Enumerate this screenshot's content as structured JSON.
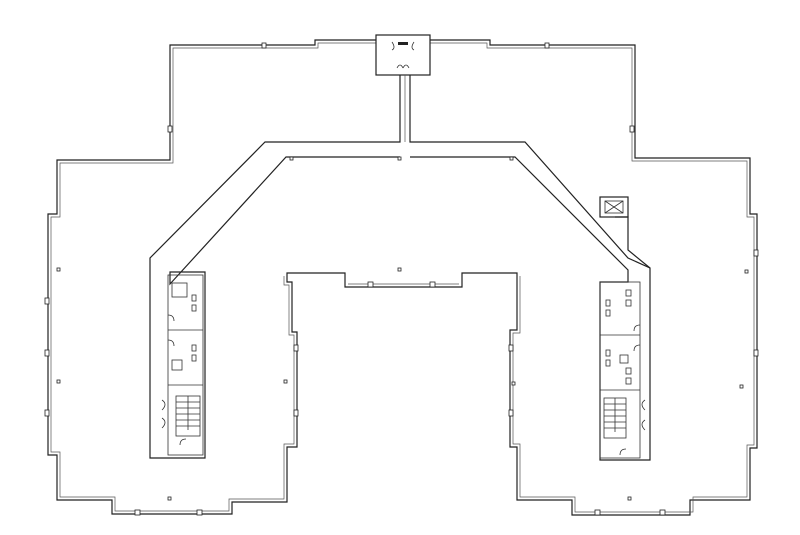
{
  "plan": {
    "line_color": "#222222",
    "background": "#ffffff",
    "elements": [
      "exterior-wall",
      "corridor",
      "left-core",
      "right-core",
      "entrance-vestibule",
      "elevator",
      "stairs"
    ]
  }
}
